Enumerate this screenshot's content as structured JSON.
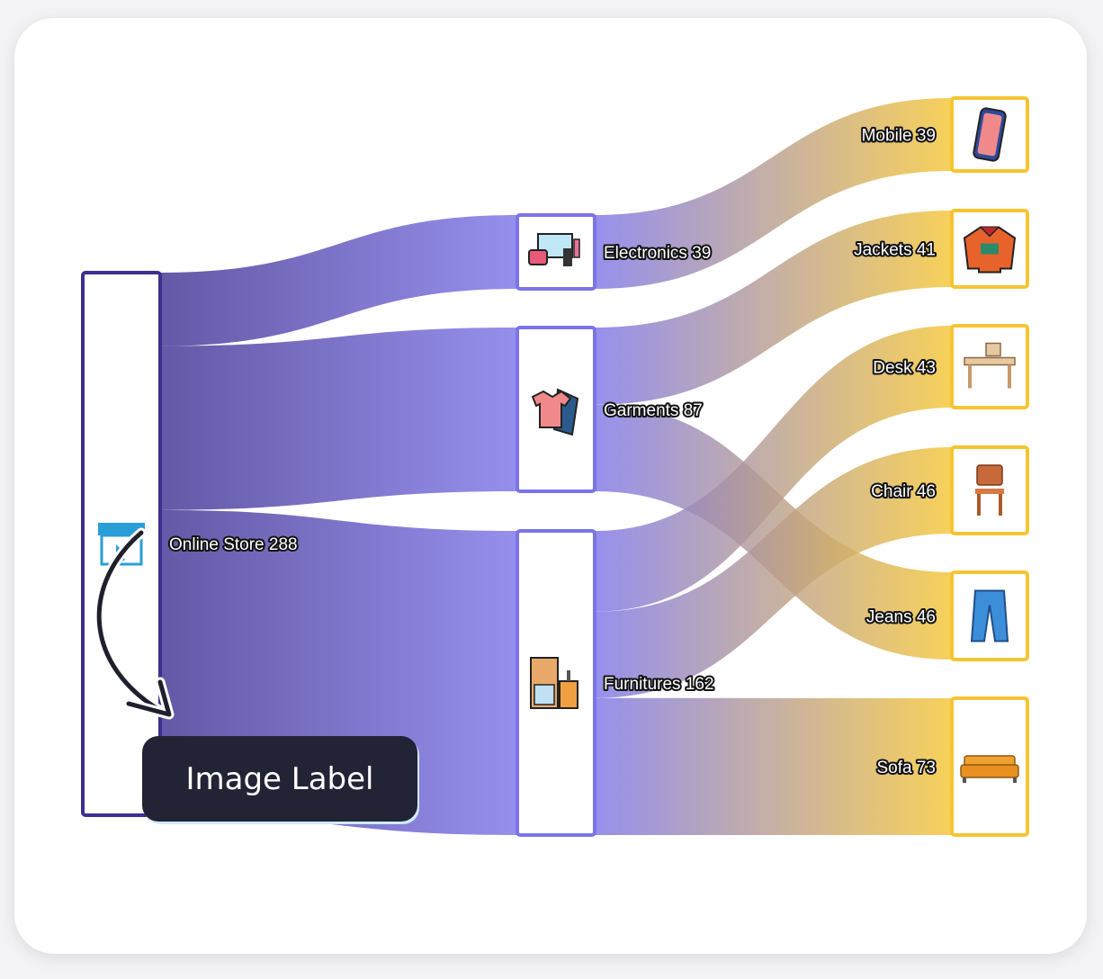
{
  "chart_data": {
    "type": "sankey",
    "nodes": [
      {
        "id": "store",
        "label": "Online Store 288",
        "name": "Online Store",
        "value": 288,
        "icon": "store-icon",
        "color": "#3d2f8f"
      },
      {
        "id": "electronics",
        "label": "Electronics 39",
        "name": "Electronics",
        "value": 39,
        "icon": "electronics-icon",
        "color": "#7b74e8"
      },
      {
        "id": "garments",
        "label": "Garments 87",
        "name": "Garments",
        "value": 87,
        "icon": "garments-icon",
        "color": "#7b74e8"
      },
      {
        "id": "furnitures",
        "label": "Furnitures 162",
        "name": "Furnitures",
        "value": 162,
        "icon": "furniture-icon",
        "color": "#7b74e8"
      },
      {
        "id": "mobile",
        "label": "Mobile 39",
        "name": "Mobile",
        "value": 39,
        "icon": "mobile-icon",
        "color": "#f5c531"
      },
      {
        "id": "jackets",
        "label": "Jackets 41",
        "name": "Jackets",
        "value": 41,
        "icon": "jacket-icon",
        "color": "#f5c531"
      },
      {
        "id": "desk",
        "label": "Desk 43",
        "name": "Desk",
        "value": 43,
        "icon": "desk-icon",
        "color": "#f5c531"
      },
      {
        "id": "chair",
        "label": "Chair 46",
        "name": "Chair",
        "value": 46,
        "icon": "chair-icon",
        "color": "#f5c531"
      },
      {
        "id": "jeans",
        "label": "Jeans 46",
        "name": "Jeans",
        "value": 46,
        "icon": "jeans-icon",
        "color": "#f5c531"
      },
      {
        "id": "sofa",
        "label": "Sofa 73",
        "name": "Sofa",
        "value": 73,
        "icon": "sofa-icon",
        "color": "#f5c531"
      }
    ],
    "links": [
      {
        "source": "store",
        "target": "electronics",
        "value": 39
      },
      {
        "source": "store",
        "target": "garments",
        "value": 87
      },
      {
        "source": "store",
        "target": "furnitures",
        "value": 162
      },
      {
        "source": "electronics",
        "target": "mobile",
        "value": 39
      },
      {
        "source": "garments",
        "target": "jackets",
        "value": 41
      },
      {
        "source": "garments",
        "target": "jeans",
        "value": 46
      },
      {
        "source": "furnitures",
        "target": "desk",
        "value": 43
      },
      {
        "source": "furnitures",
        "target": "chair",
        "value": 46
      },
      {
        "source": "furnitures",
        "target": "sofa",
        "value": 73
      }
    ],
    "colors": {
      "level0": "#3d2f8f",
      "level1": "#7b74e8",
      "level2": "#f5c531"
    }
  },
  "callout": {
    "text": "Image Label"
  }
}
